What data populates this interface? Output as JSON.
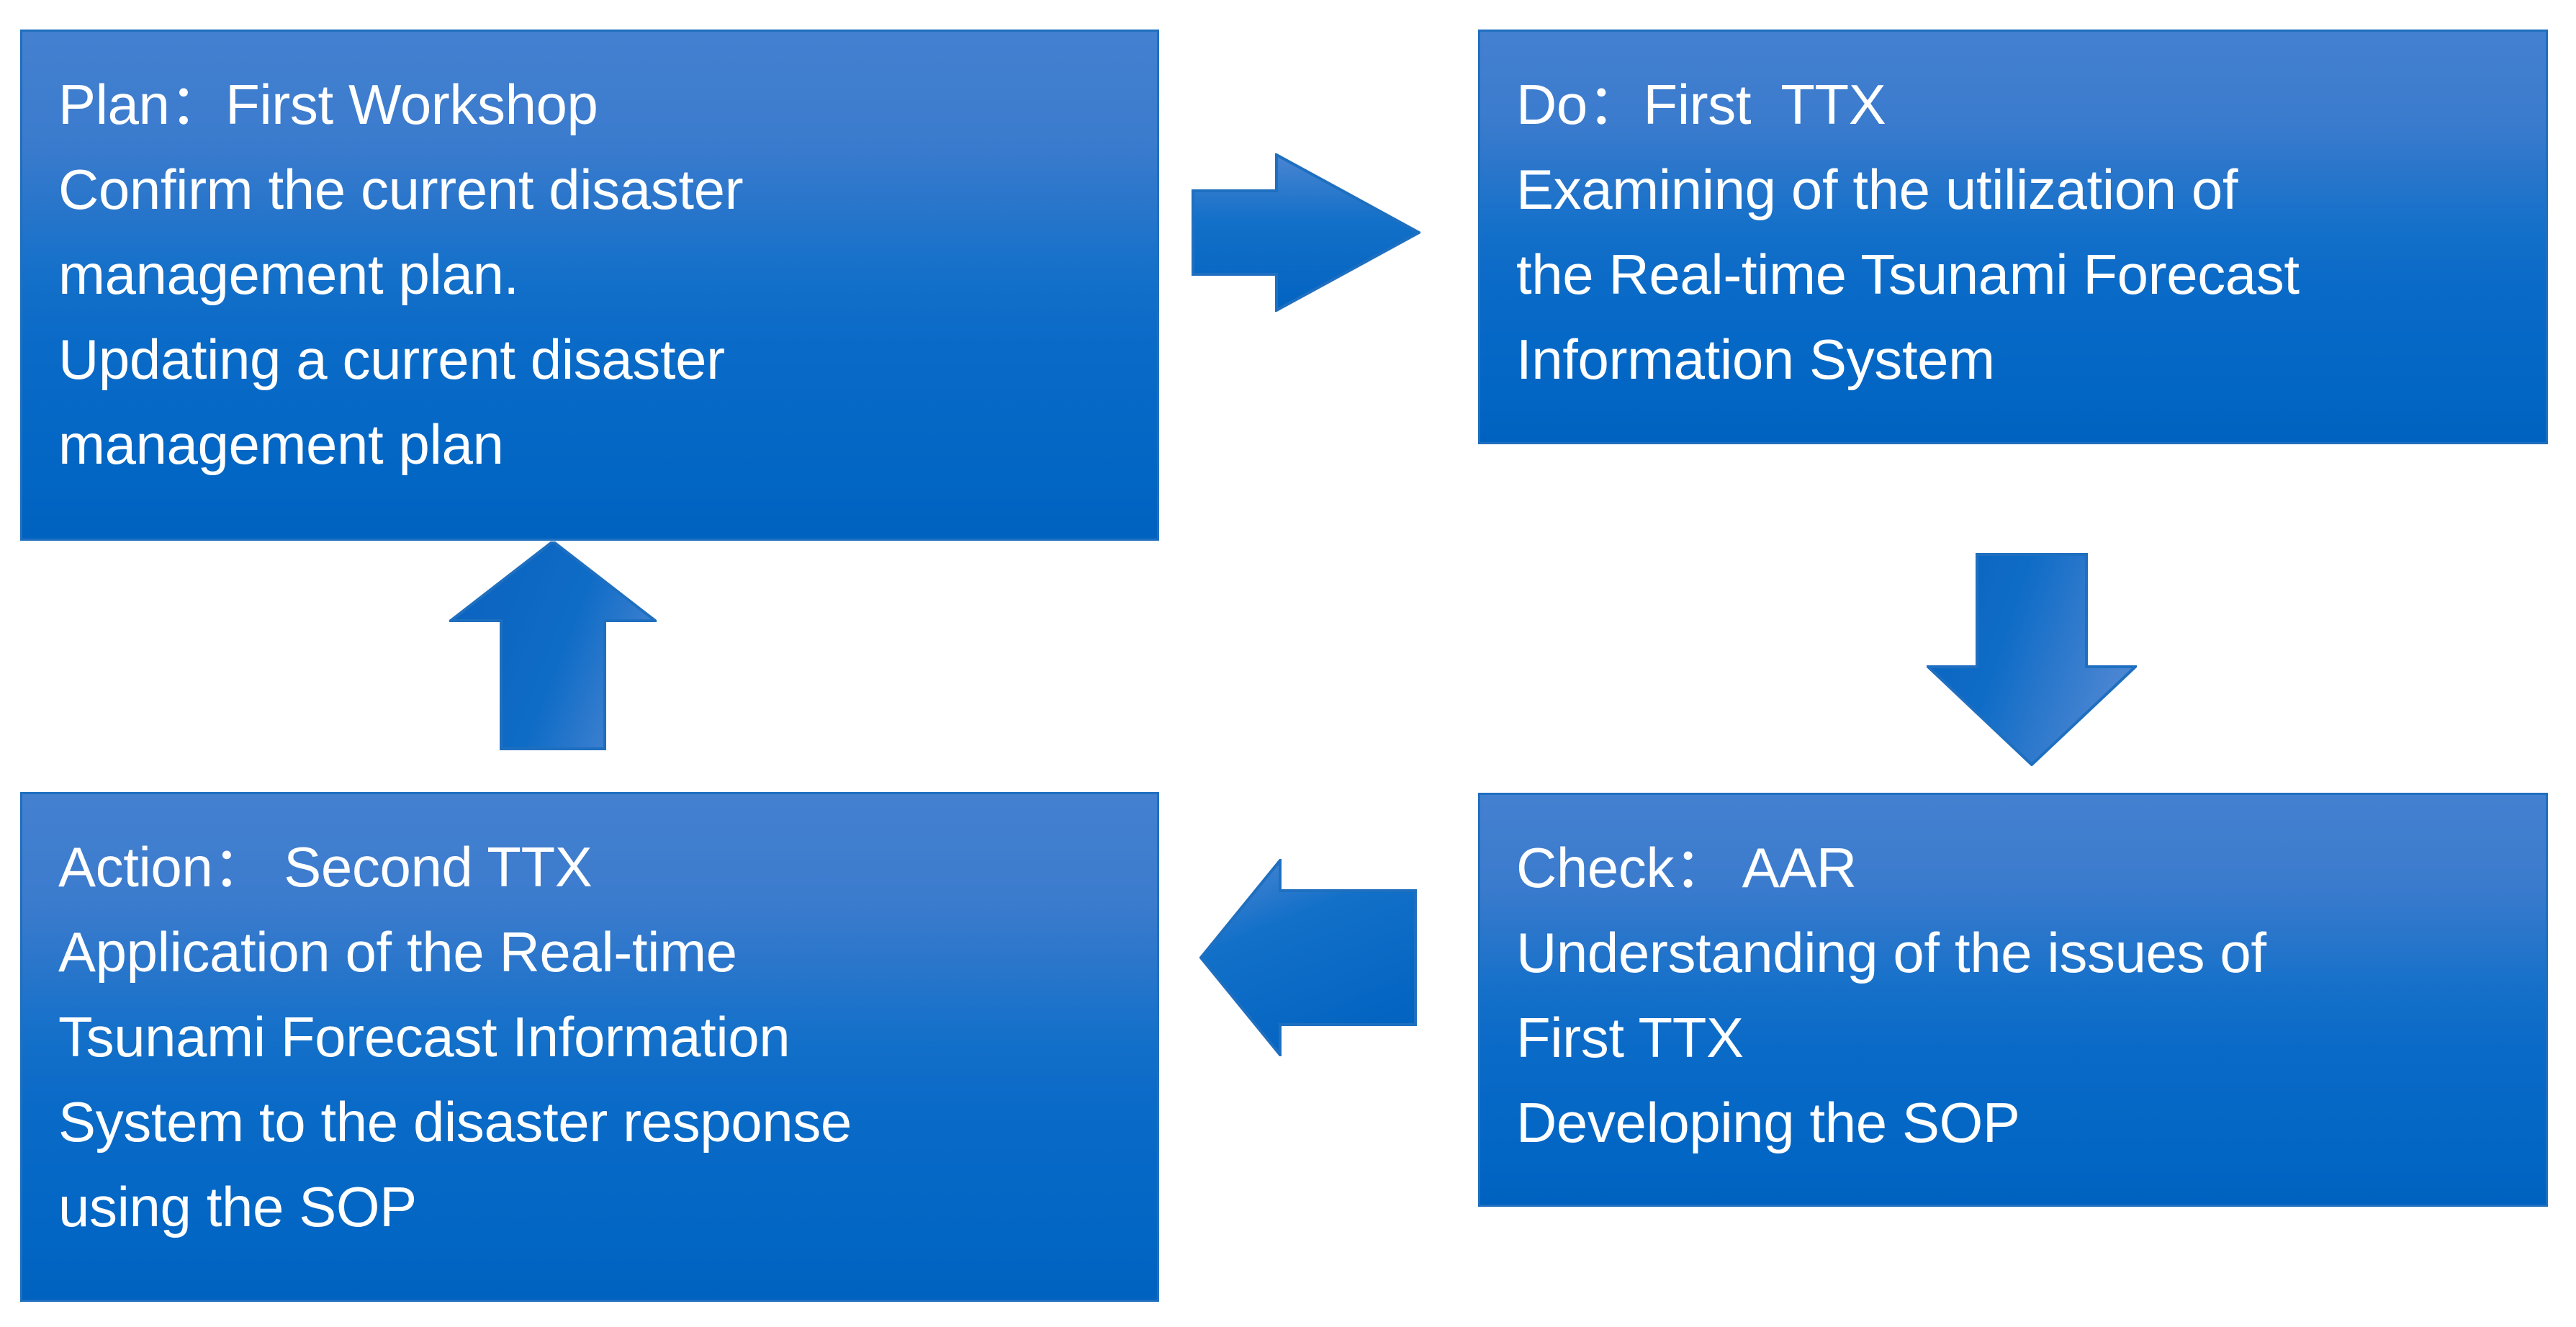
{
  "diagram": {
    "title": "PDCA Cycle for Tsunami Disaster Management",
    "type": "cycle-flow",
    "colors": {
      "box_gradient_top": "#4480d0",
      "box_gradient_bottom": "#0262bf",
      "box_border": "#1f6fc0",
      "arrow_fill_light": "#4a85d2",
      "arrow_fill_dark": "#0266c4",
      "arrow_border": "#1f6fc0",
      "text": "#ffffff",
      "background": "#ffffff"
    },
    "stages": [
      {
        "key": "plan",
        "label": "Plan",
        "lines": [
          "Plan：First Workshop",
          "Confirm the current disaster",
          "management plan.",
          "Updating a current disaster",
          "management plan"
        ]
      },
      {
        "key": "do",
        "label": "Do",
        "lines": [
          "Do：First  TTX",
          "Examining of the utilization of",
          "the Real-time Tsunami Forecast",
          "Information System"
        ]
      },
      {
        "key": "check",
        "label": "Check",
        "lines": [
          "Check： AAR",
          "Understanding of the issues of",
          "First TTX",
          "Developing the SOP"
        ]
      },
      {
        "key": "action",
        "label": "Action",
        "lines": [
          "Action： Second TTX",
          "Application of the Real-time",
          "Tsunami Forecast Information",
          "System to the disaster response",
          "using the SOP"
        ]
      }
    ],
    "arrows": [
      {
        "key": "plan-to-do",
        "direction": "right",
        "from": "Plan",
        "to": "Do"
      },
      {
        "key": "do-to-check",
        "direction": "down",
        "from": "Do",
        "to": "Check"
      },
      {
        "key": "check-to-action",
        "direction": "left",
        "from": "Check",
        "to": "Action"
      },
      {
        "key": "action-to-plan",
        "direction": "up",
        "from": "Action",
        "to": "Plan"
      }
    ]
  }
}
